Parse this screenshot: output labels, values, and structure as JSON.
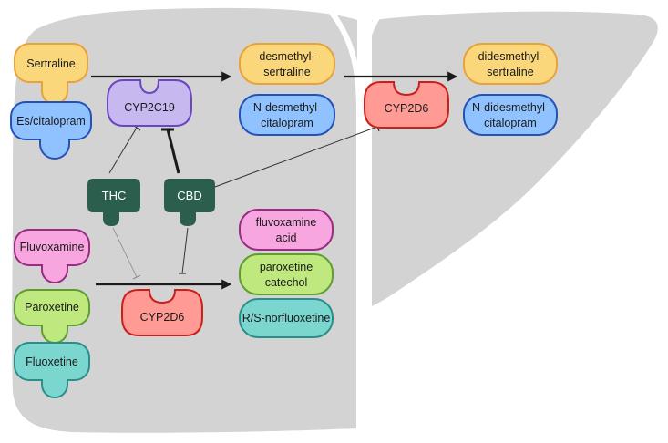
{
  "drugs": {
    "sertraline": "Sertraline",
    "escitalopram": "Es/citalopram",
    "fluvoxamine": "Fluvoxamine",
    "paroxetine": "Paroxetine",
    "fluoxetine": "Fluoxetine"
  },
  "enzymes": {
    "cyp2c19": "CYP2C19",
    "cyp2d6_top": "CYP2D6",
    "cyp2d6_bottom": "CYP2D6"
  },
  "inhibitors": {
    "thc": "THC",
    "cbd": "CBD"
  },
  "metabolites": {
    "desmethyl_sertraline": [
      "desmethyl-",
      "sertraline"
    ],
    "n_desmethyl_citalopram": [
      "N-desmethyl-",
      "citalopram"
    ],
    "didesmethyl_sertraline": [
      "didesmethyl-",
      "sertraline"
    ],
    "n_didesmethyl_citalopram": [
      "N-didesmethyl-",
      "citalopram"
    ],
    "fluvoxamine_acid": [
      "fluvoxamine",
      "acid"
    ],
    "paroxetine_catechol": [
      "paroxetine",
      "catechol"
    ],
    "norfluoxetine": [
      "R/S-norfluoxetine"
    ]
  },
  "colors": {
    "liver": "#d3d3d3",
    "sertraline_fill": "#fad77a",
    "sertraline_stroke": "#e8a23a",
    "citalopram_fill": "#8fc2ff",
    "citalopram_stroke": "#2353b8",
    "fluvoxamine_fill": "#f7a6df",
    "fluvoxamine_stroke": "#9a2a82",
    "paroxetine_fill": "#bfe87f",
    "paroxetine_stroke": "#5e9e2e",
    "fluoxetine_fill": "#7bd6d0",
    "fluoxetine_stroke": "#2a8f88",
    "cyp2c19_fill": "#c8b8f0",
    "cyp2c19_stroke": "#6a46c2",
    "cyp2d6_fill": "#ff9a94",
    "cyp2d6_stroke": "#cc1f1a",
    "inhibitor_fill": "#2c5e4e"
  }
}
